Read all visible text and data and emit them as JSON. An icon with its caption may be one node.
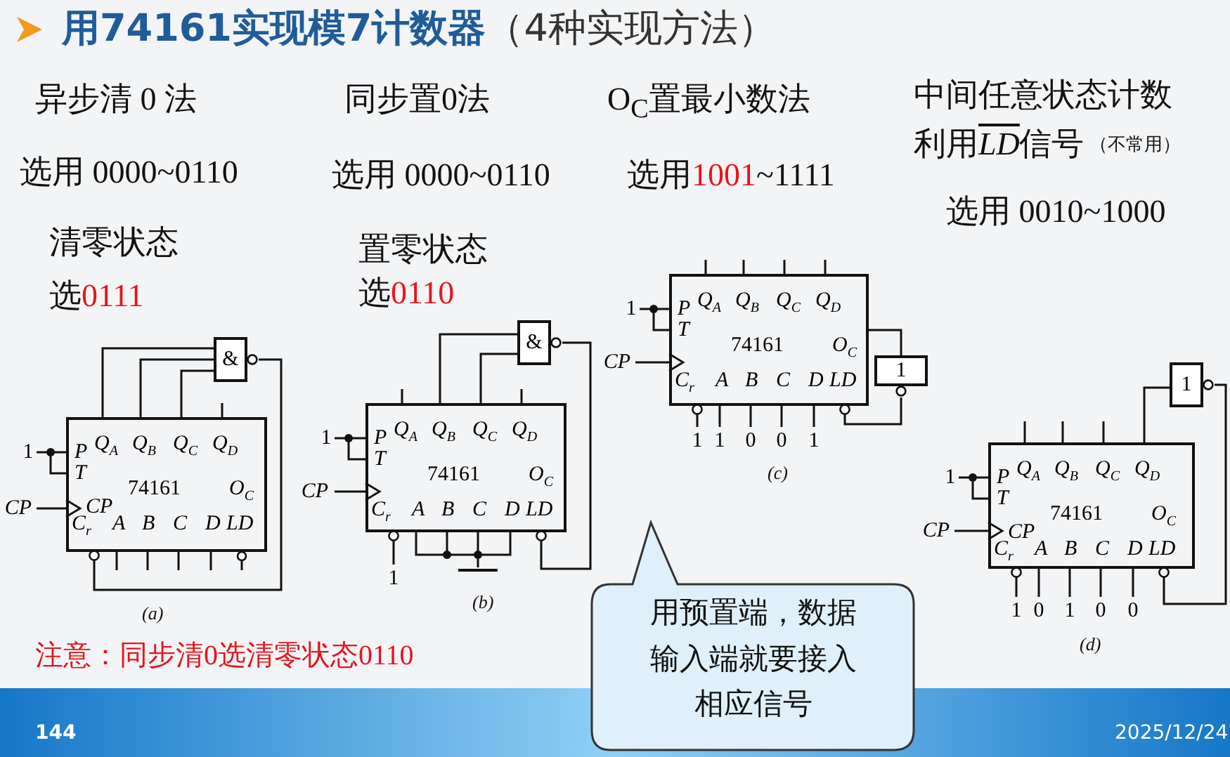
{
  "diagram": {
    "title": "**用74161实现模7计数器**（4种实现方法）",
    "nodes": [
      {
        "text": [
          "P",
          "Q$_{A}$",
          "Q$_{B}$",
          "Q$_{C}$",
          "Q$_{D}$",
          "T",
          "74161",
          "O$_{C}$",
          "CP",
          "C$_{r}$",
          "A",
          "B",
          "C",
          "D",
          "LD"
        ]
      },
      {
        "text": [
          "&"
        ]
      },
      {
        "text": [
          "1"
        ]
      },
      {
        "text": [
          "CP"
        ]
      },
      {
        "text": [
          "P",
          "Q$_{A}$",
          "Q$_{B}$",
          "Q$_{C}$",
          "Q$_{D}$",
          "T",
          "74161",
          "O$_{C}$",
          "C$_{r}$",
          "A",
          "B",
          "C",
          "D",
          "LD"
        ]
      },
      {
        "text": [
          "&"
        ]
      },
      {
        "text": [
          "1"
        ]
      },
      {
        "text": [
          "CP"
        ]
      },
      {
        "text": [
          "1"
        ]
      },
      {
        "text": [],
        "shape": "ground"
      },
      {
        "text": [
          "P",
          "Q$_{A}$",
          "Q$_{B}$",
          "Q$_{C}$",
          "Q$_{D}$",
          "T",
          "74161",
          "O$_{C}$",
          "C$_{r}$",
          "A",
          "B",
          "C",
          "D",
          "LD"
        ]
      },
      {
        "text": [
          "1"
        ]
      },
      {
        "text": [
          "1"
        ]
      },
      {
        "text": [
          "CP"
        ]
      },
      {
        "text": [
          "1"
        ]
      },
      {
        "text": [
          "1"
        ]
      },
      {
        "text": [
          "0"
        ]
      },
      {
        "text": [
          "0"
        ]
      },
      {
        "text": [
          "1"
        ]
      },
      {
        "text": [
          "P",
          "Q$_{A}$",
          "Q$_{B}$",
          "Q$_{C}$",
          "Q$_{D}$",
          "T",
          "74161",
          "O$_{C}$",
          "CP",
          "C$_{r}$",
          "A",
          "B",
          "C",
          "D",
          "LD"
        ]
      },
      {
        "text": [
          "1"
        ]
      },
      {
        "text": [
          "1"
        ]
      },
      {
        "text": [
          "CP"
        ]
      },
      {
        "text": [
          "1"
        ]
      },
      {
        "text": [
          "0"
        ]
      },
      {
        "text": [
          "1"
        ]
      },
      {
        "text": [
          "0"
        ]
      },
      {
        "text": [
          "0"
        ]
      },
      {
        "text": [
          "用预置端，数据输入端就要接入相应信号"
        ]
      }
    ],
    "edges": [
      {
        "from": 0,
        "to": 1,
        "arrow": "none"
      },
      {
        "from": 0,
        "to": 1,
        "arrow": "none"
      },
      {
        "from": 0,
        "to": 1,
        "arrow": "none"
      },
      {
        "from": 1,
        "to": 0,
        "arrow": "other"
      },
      {
        "from": 2,
        "to": 0,
        "arrow": "none"
      },
      {
        "from": 3,
        "to": 0,
        "arrow": "to"
      },
      {
        "from": 4,
        "to": 5,
        "arrow": "none"
      },
      {
        "from": 4,
        "to": 5,
        "arrow": "none"
      },
      {
        "from": 5,
        "to": 4,
        "arrow": "other"
      },
      {
        "from": 6,
        "to": 4,
        "arrow": "none"
      },
      {
        "from": 7,
        "to": 4,
        "arrow": "to"
      },
      {
        "from": 8,
        "to": 4,
        "arrow": "other"
      },
      {
        "from": 4,
        "to": 9,
        "arrow": "none"
      },
      {
        "from": 10,
        "to": 11,
        "arrow": "none"
      },
      {
        "from": 11,
        "to": 10,
        "arrow": "other"
      },
      {
        "from": 12,
        "to": 10,
        "arrow": "none"
      },
      {
        "from": 13,
        "to": 10,
        "arrow": "to"
      },
      {
        "from": 14,
        "to": 10,
        "arrow": "other"
      },
      {
        "from": 15,
        "to": 10,
        "arrow": "none"
      },
      {
        "from": 16,
        "to": 10,
        "arrow": "none"
      },
      {
        "from": 17,
        "to": 10,
        "arrow": "none"
      },
      {
        "from": 18,
        "to": 10,
        "arrow": "none"
      },
      {
        "from": 19,
        "to": 20,
        "arrow": "none"
      },
      {
        "from": 20,
        "to": 19,
        "arrow": "other"
      },
      {
        "from": 21,
        "to": 19,
        "arrow": "none"
      },
      {
        "from": 22,
        "to": 19,
        "arrow": "to"
      },
      {
        "from": 23,
        "to": 19,
        "arrow": "other"
      },
      {
        "from": 24,
        "to": 19,
        "arrow": "none"
      },
      {
        "from": 25,
        "to": 19,
        "arrow": "none"
      },
      {
        "from": 26,
        "to": 19,
        "arrow": "none"
      },
      {
        "from": 27,
        "to": 19,
        "arrow": "none"
      }
    ],
    "labels": [
      "异步清 0 法",
      "同步置0法",
      "O$_{C}$置最小数法",
      "中间任意状态计数",
      "利用",
      "LD",
      "信号",
      "（不常用）",
      "选用 0000~0110",
      "选用 0000~0110",
      "选用**1001**~1111",
      "选用 0010~1000",
      "清零状态",
      "选**0111**",
      "置零状态",
      "选**0110**",
      "(c)",
      "(b)",
      "(a)",
      "注意：同步清0选清零状态0110",
      "(d)",
      "144",
      "2025/12/24"
    ]
  }
}
